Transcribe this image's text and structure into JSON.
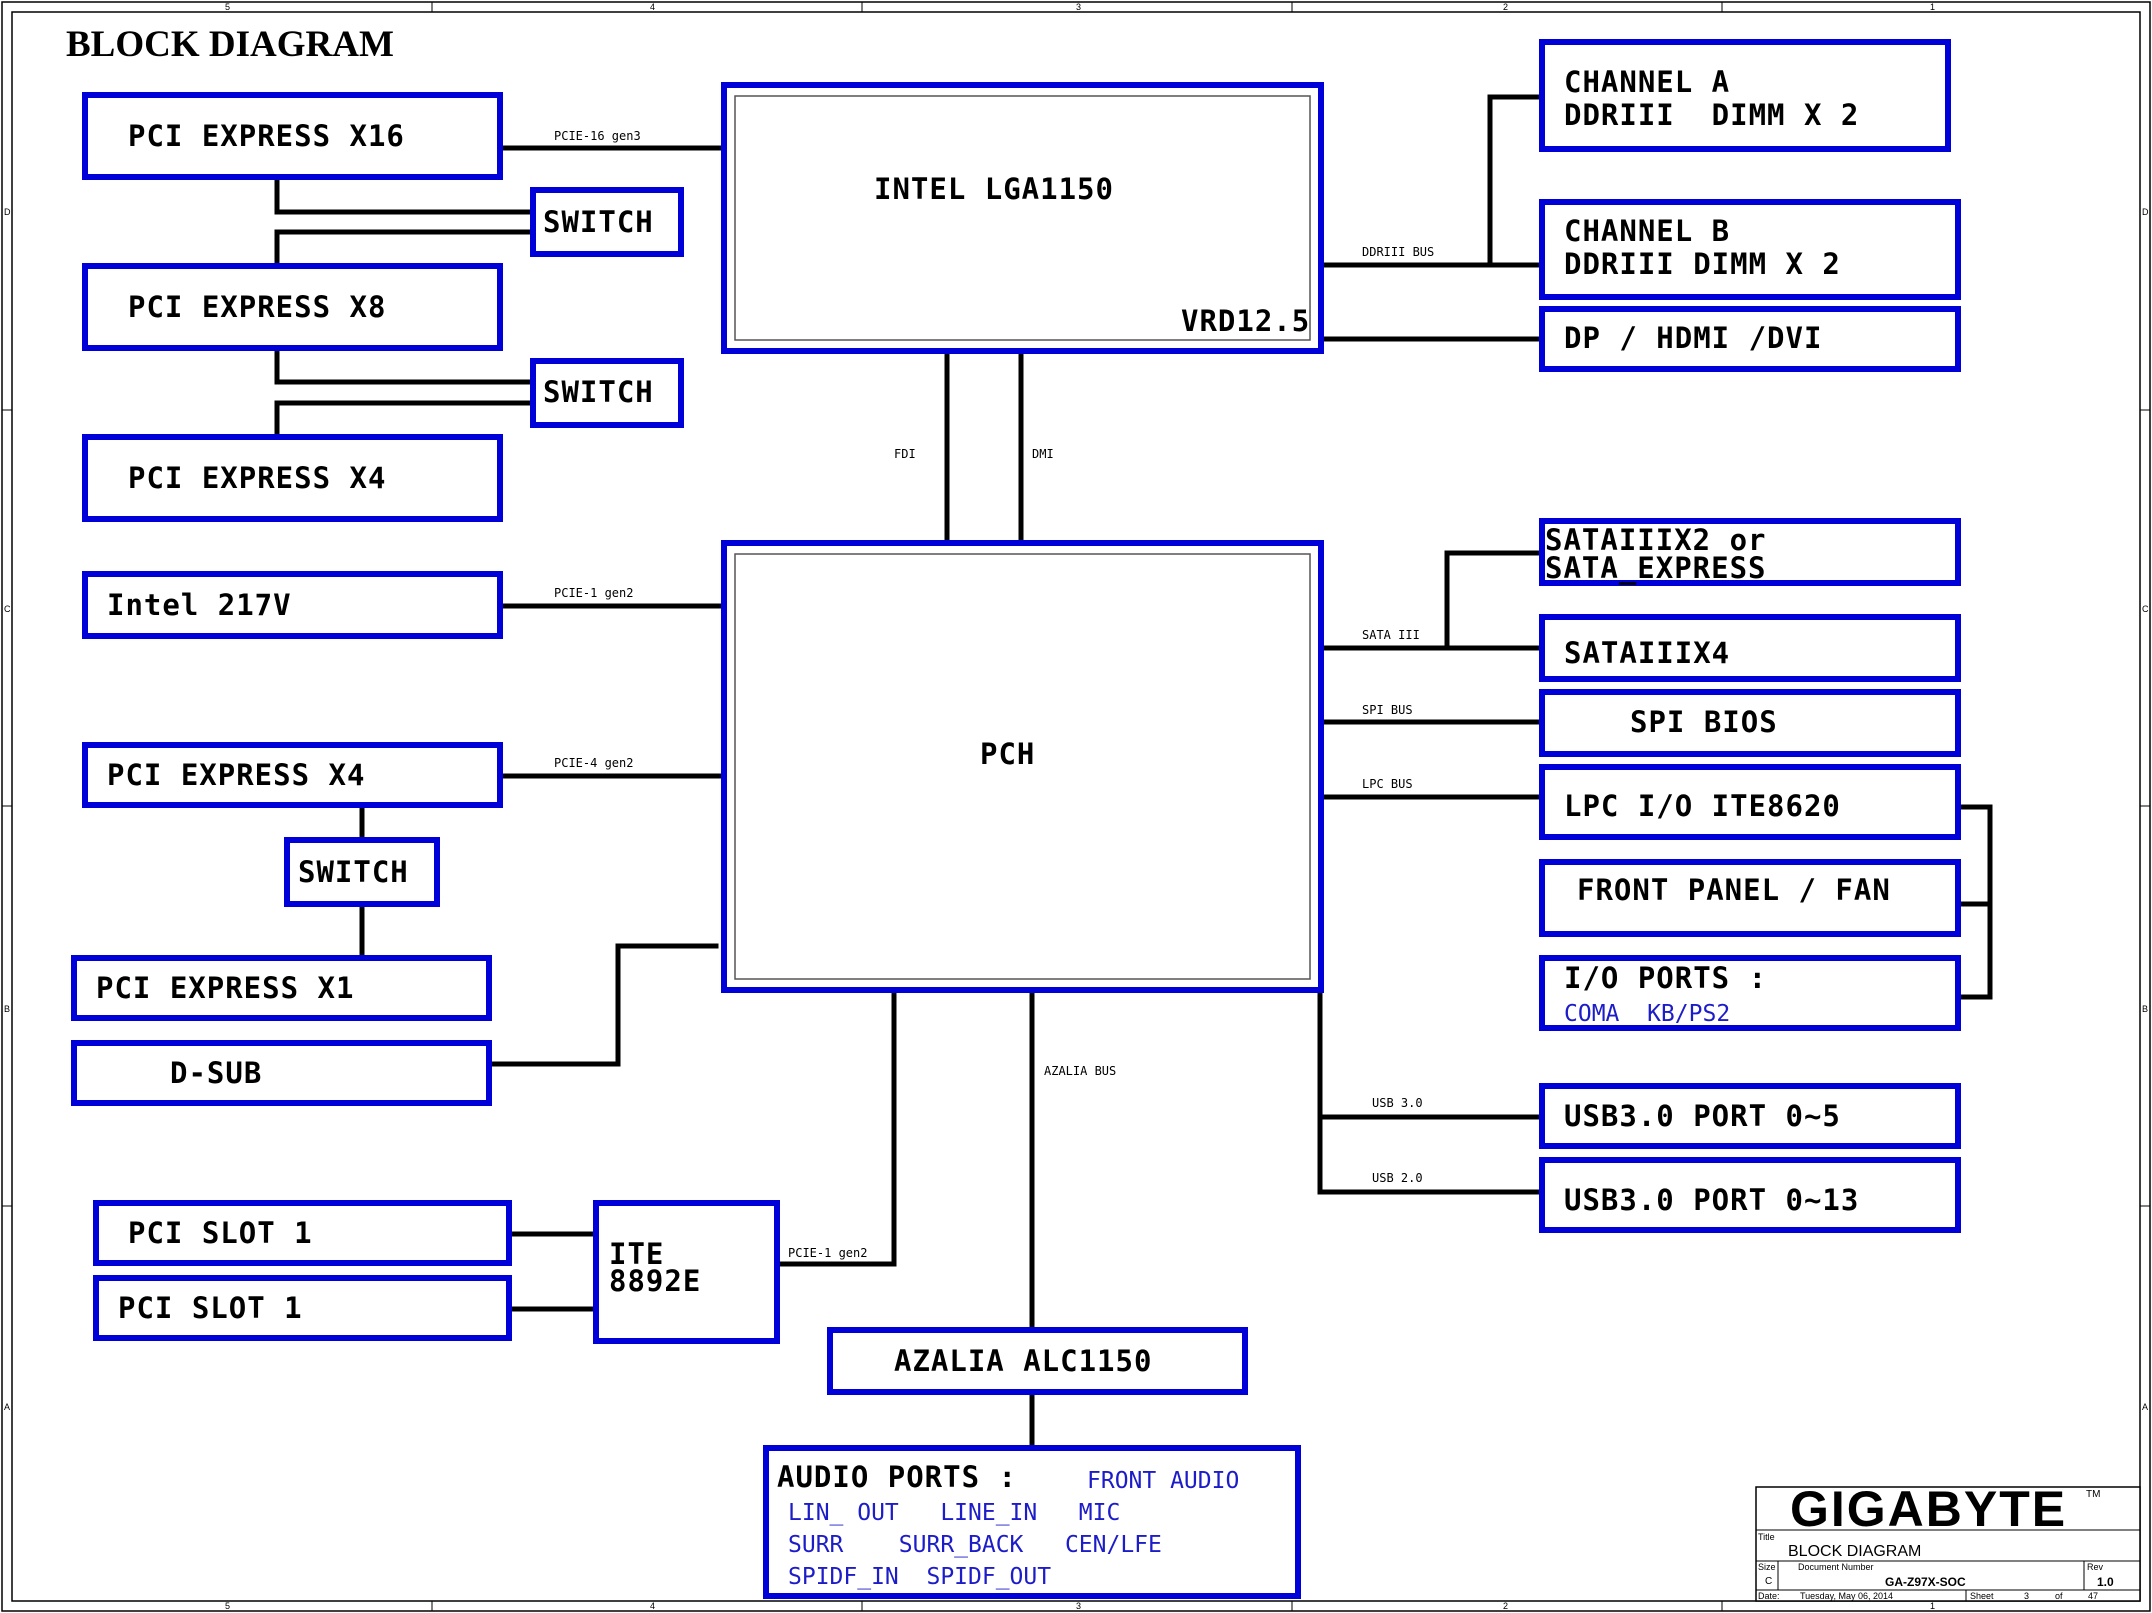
{
  "title": "BLOCK DIAGRAM",
  "cpu": {
    "label": "INTEL LGA1150",
    "vrd": "VRD12.5"
  },
  "pch": {
    "label": "PCH"
  },
  "left": {
    "pcie_x16": "PCI EXPRESS X16",
    "pcie_x8": "PCI EXPRESS X8",
    "pcie_x4_top": "PCI EXPRESS X4",
    "switch1": "SWITCH",
    "switch2": "SWITCH",
    "switch3": "SWITCH",
    "intel_217v": "Intel 217V",
    "pcie_x4_bottom": "PCI EXPRESS X4",
    "pcie_x1": "PCI EXPRESS X1",
    "dsub": "D-SUB",
    "pci_slot_a": "PCI SLOT 1",
    "pci_slot_b": "PCI SLOT 1",
    "ite_line1": "ITE",
    "ite_line2": "8892E"
  },
  "right": {
    "channel_a_line1": "CHANNEL A",
    "channel_a_line2": "DDRIII  DIMM X 2",
    "channel_b_line1": "CHANNEL B",
    "channel_b_line2": "DDRIII DIMM X 2",
    "dp_hdmi": "DP / HDMI /DVI",
    "sata_line1": "SATAIIIX2 or",
    "sata_line2": "SATA_EXPRESS",
    "sata4": "SATAIIIX4",
    "spi_bios": "SPI BIOS",
    "lpc_io": "LPC I/O ITE8620",
    "front_panel": "FRONT PANEL / FAN",
    "io_ports": "I/O PORTS :",
    "io_ports_sub": "COMA  KB/PS2",
    "usb30": "USB3.0 PORT 0~5",
    "usb20": "USB3.0 PORT 0~13"
  },
  "bottom": {
    "azalia": "AZALIA ALC1150",
    "audio_ports": "AUDIO PORTS :",
    "audio_row1": "FRONT AUDIO",
    "audio_row2": "LIN_ OUT   LINE_IN   MIC",
    "audio_row3": "SURR    SURR_BACK   CEN/LFE",
    "audio_row4": "SPIDF_IN  SPIDF_OUT"
  },
  "buses": {
    "pcie16": "PCIE-16 gen3",
    "ddr": "DDRIII BUS",
    "fdi": "FDI",
    "dmi": "DMI",
    "pcie1_lan": "PCIE-1 gen2",
    "pcie4": "PCIE-4 gen2",
    "sata3": "SATA III",
    "spi": "SPI BUS",
    "lpc": "LPC BUS",
    "azalia_bus": "AZALIA BUS",
    "usb3": "USB 3.0",
    "usb2": "USB 2.0",
    "pcie1_ite": "PCIE-1 gen2"
  },
  "title_block": {
    "brand": "GIGABYTE",
    "tm": "TM",
    "title_caption": "Title",
    "title_value": "BLOCK DIAGRAM",
    "size_caption": "Size",
    "size_value": "C",
    "docnum_caption": "Document Number",
    "docnum_value": "GA-Z97X-SOC",
    "rev_caption": "Rev",
    "rev_value": "1.0",
    "date_caption": "Date:",
    "date_value": "Tuesday, May 06, 2014",
    "sheet_caption": "Sheet",
    "sheet_value": "3",
    "of_caption": "of",
    "of_value": "47"
  },
  "ruler": {
    "top": [
      "5",
      "4",
      "3",
      "2",
      "1"
    ],
    "bottom": [
      "5",
      "4",
      "3",
      "2",
      "1"
    ],
    "left": [
      "D",
      "C",
      "B",
      "A"
    ],
    "right": [
      "D",
      "C",
      "B",
      "A"
    ]
  },
  "colors": {
    "box_stroke": "#0000d8",
    "sub_text": "#1c1cc8",
    "brand": "#3a3ac4"
  }
}
